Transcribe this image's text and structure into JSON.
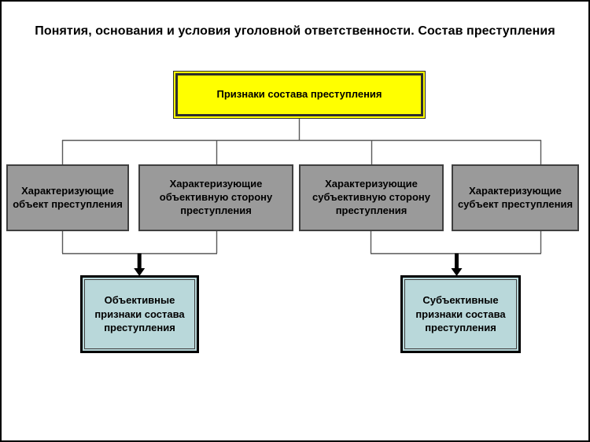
{
  "slide": {
    "title": "Понятия, основания и условия уголовной ответственности. Состав преступления"
  },
  "diagram": {
    "root": {
      "label": "Признаки состава преступления"
    },
    "branches": [
      {
        "label": "Характеризующие объект преступления"
      },
      {
        "label": "Характеризующие объективную сторону преступления"
      },
      {
        "label": "Характеризующие субъективную сторону преступления"
      },
      {
        "label": "Характеризующие субъект преступления"
      }
    ],
    "results": [
      {
        "label": "Объективные признаки состава преступления"
      },
      {
        "label": "Субъективные признаки состава преступления"
      }
    ],
    "colors": {
      "root_fill": "#ffff00",
      "branch_fill": "#9a9a9a",
      "result_fill": "#b9d8da",
      "connector_line": "#595959",
      "arrow": "#000000",
      "box_border": "#000000",
      "text": "#000000",
      "background": "#ffffff"
    }
  }
}
